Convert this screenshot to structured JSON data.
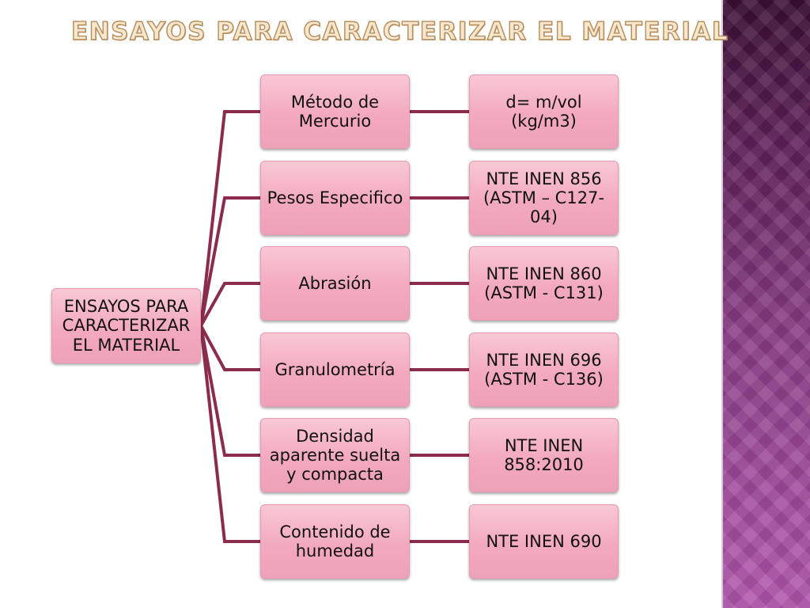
{
  "slide": {
    "title": "ENSAYOS PARA CARACTERIZAR EL MATERIAL"
  },
  "diagram": {
    "root": {
      "label": "ENSAYOS PARA CARACTERIZAR EL MATERIAL"
    },
    "tests": [
      {
        "name": "Método de Mercurio",
        "standard": "d= m/vol (kg/m3)"
      },
      {
        "name": "Pesos Especifico",
        "standard": "NTE INEN 856 (ASTM – C127-04)"
      },
      {
        "name": "Abrasión",
        "standard": "NTE INEN 860 (ASTM - C131)"
      },
      {
        "name": "Granulometría",
        "standard": "NTE INEN 696 (ASTM - C136)"
      },
      {
        "name": "Densidad aparente suelta y compacta",
        "standard": "NTE INEN 858:2010"
      },
      {
        "name": "Contenido de humedad",
        "standard": "NTE INEN 690"
      }
    ]
  },
  "colors": {
    "connector": "#8b2c4f",
    "node_fill": "#f3a9bf",
    "title_fill": "#f6e7cf",
    "side_panel": "#8a3d84"
  }
}
